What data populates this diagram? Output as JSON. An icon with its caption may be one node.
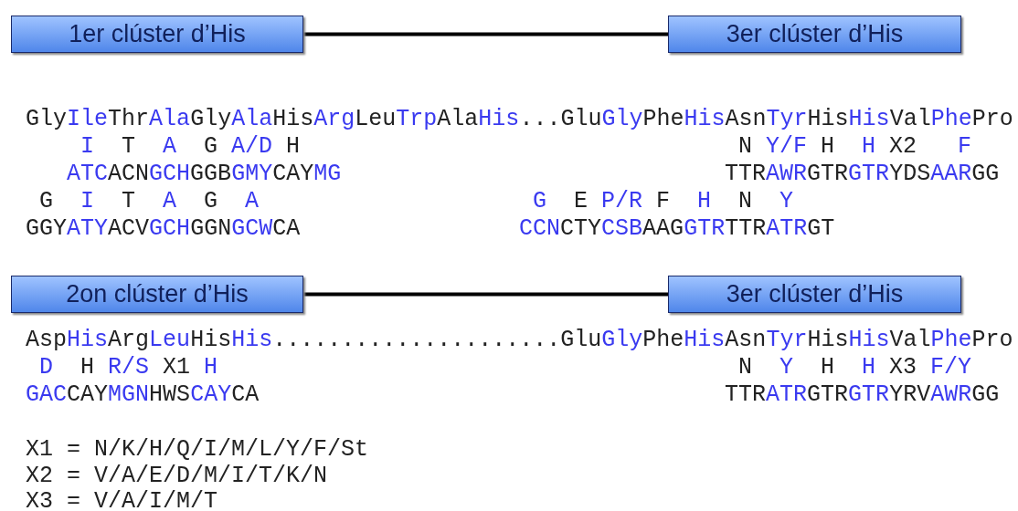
{
  "diagram": {
    "nodes": [
      {
        "text": [
          "1er clúster d’His"
        ]
      },
      {
        "text": [
          "3er clúster d’His"
        ]
      },
      {
        "text": [
          "2on clúster d’His"
        ]
      },
      {
        "text": [
          "3er clúster d’His"
        ]
      }
    ],
    "edges": [
      {
        "from": 0,
        "to": 1,
        "arrow": "none"
      },
      {
        "from": 2,
        "to": 3,
        "arrow": "none"
      }
    ],
    "labels": [
      "GlyIleThrAlaGlyAlaHisArgLeuTrpAlaHis...GluGlyPheHisAsnTyrHisHisValPhePro",
      "I T A G A/D H",
      "N Y/F H H X2 F",
      "ATCACNGCHGGBGMYCAYMG",
      "TTRAWRGTRGTRYDSAARGG",
      "G I T A G A",
      "G E P/R F H N Y",
      "GGYATYACVGCHGGNGCWCA",
      "CCNCTYCSBAAGGTRTTRATRGT",
      "AspHisArgLeuHisHis.....................GluGlyPheHisAsnTyrHisHisValPhePro",
      "D H R/S X1 H",
      "N Y H H X3 F/Y",
      "GACCAYMGNHWSCAYCA",
      "TTRATRGTRGTRYRVAWRGG",
      "X1 = N/K/H/Q/I/M/L/Y/F/St",
      "X2 = V/A/E/D/M/I/T/K/N",
      "X3 = V/A/I/M/T"
    ]
  }
}
